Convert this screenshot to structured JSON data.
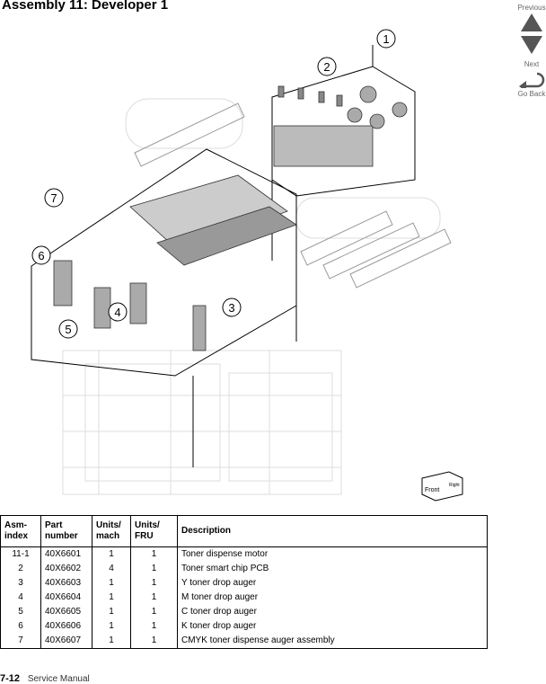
{
  "page": {
    "title": "Assembly 11:  Developer 1"
  },
  "nav": {
    "previous": "Previous",
    "next": "Next",
    "go_back": "Go Back"
  },
  "figure": {
    "callouts": [
      "1",
      "2",
      "3",
      "4",
      "5",
      "6",
      "7"
    ],
    "front_label": "Front",
    "right_label": "Right"
  },
  "table": {
    "headers": [
      "Asm-\nindex",
      "Part\nnumber",
      "Units/\nmach",
      "Units/\nFRU",
      "Description"
    ],
    "rows": [
      [
        "11-1",
        "40X6601",
        "1",
        "1",
        "Toner dispense motor"
      ],
      [
        "2",
        "40X6602",
        "4",
        "1",
        "Toner smart chip PCB"
      ],
      [
        "3",
        "40X6603",
        "1",
        "1",
        "Y toner drop auger"
      ],
      [
        "4",
        "40X6604",
        "1",
        "1",
        "M toner drop auger"
      ],
      [
        "5",
        "40X6605",
        "1",
        "1",
        "C toner drop auger"
      ],
      [
        "6",
        "40X6606",
        "1",
        "1",
        "K toner drop auger"
      ],
      [
        "7",
        "40X6607",
        "1",
        "1",
        "CMYK toner dispense auger assembly"
      ]
    ]
  },
  "footer": {
    "page_number": "7-12",
    "manual": "Service Manual"
  }
}
